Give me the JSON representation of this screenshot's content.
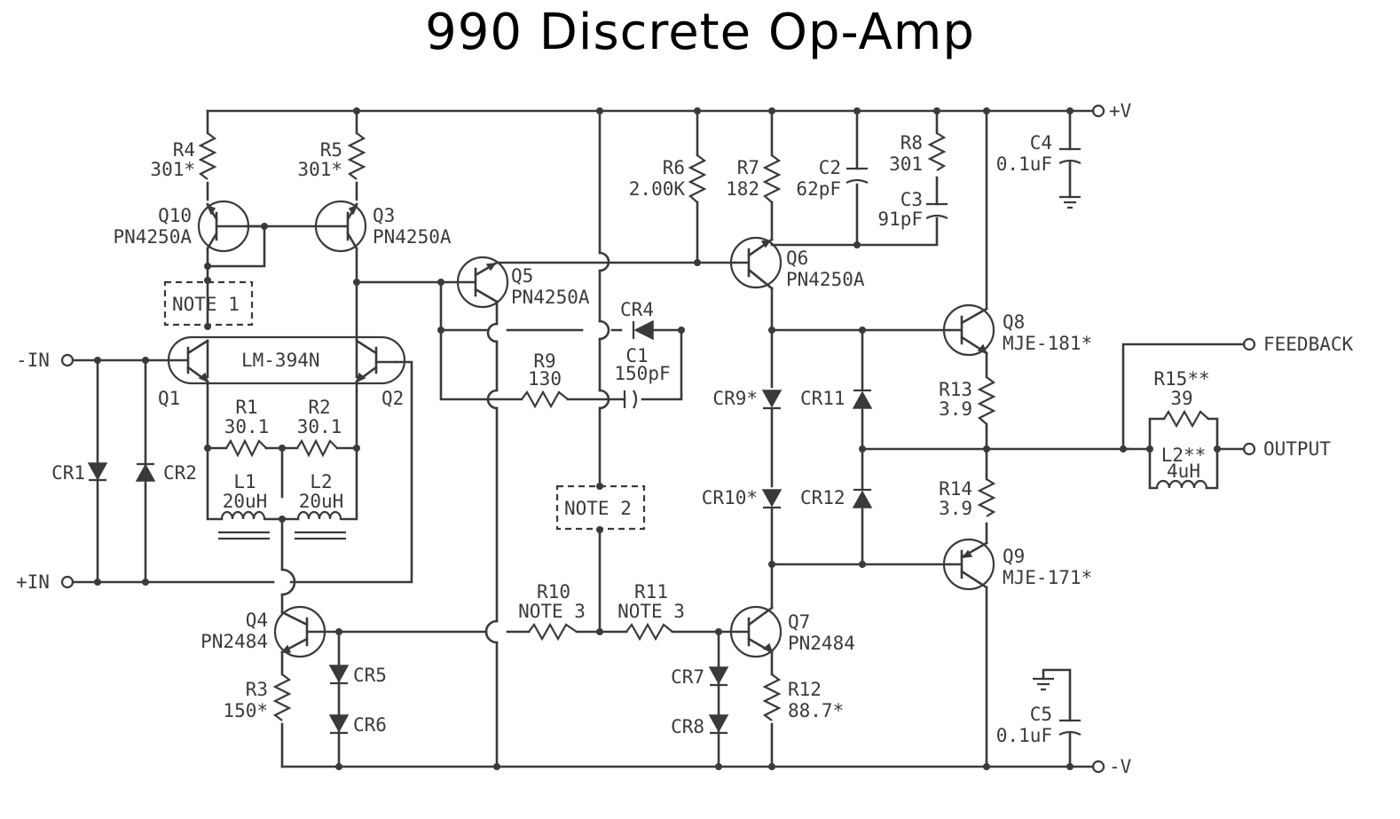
{
  "title": "990 Discrete Op-Amp",
  "terminals": {
    "pos_supply": "+V",
    "neg_supply": "-V",
    "neg_in": "-IN",
    "pos_in": "+IN",
    "feedback": "FEEDBACK",
    "output": "OUTPUT"
  },
  "notes": {
    "note1": "NOTE 1",
    "note2": "NOTE 2"
  },
  "ic": {
    "label": "LM-394N"
  },
  "transistors": {
    "q1": "Q1",
    "q2": "Q2",
    "q3": "Q3",
    "q3_part": "PN4250A",
    "q4": "Q4",
    "q4_part": "PN2484",
    "q5": "Q5",
    "q5_part": "PN4250A",
    "q6": "Q6",
    "q6_part": "PN4250A",
    "q7": "Q7",
    "q7_part": "PN2484",
    "q8": "Q8",
    "q8_part": "MJE-181*",
    "q9": "Q9",
    "q9_part": "MJE-171*",
    "q10": "Q10",
    "q10_part": "PN4250A"
  },
  "resistors": {
    "r1": "R1",
    "r1_val": "30.1",
    "r2": "R2",
    "r2_val": "30.1",
    "r3": "R3",
    "r3_val": "150*",
    "r4": "R4",
    "r4_val": "301*",
    "r5": "R5",
    "r5_val": "301*",
    "r6": "R6",
    "r6_val": "2.00K",
    "r7": "R7",
    "r7_val": "182",
    "r8": "R8",
    "r8_val": "301",
    "r9": "R9",
    "r9_val": "130",
    "r10": "R10",
    "r10_val": "NOTE 3",
    "r11": "R11",
    "r11_val": "NOTE 3",
    "r12": "R12",
    "r12_val": "88.7*",
    "r13": "R13",
    "r13_val": "3.9",
    "r14": "R14",
    "r14_val": "3.9",
    "r15": "R15**",
    "r15_val": "39"
  },
  "capacitors": {
    "c1": "C1",
    "c1_val": "150pF",
    "c2": "C2",
    "c2_val": "62pF",
    "c3": "C3",
    "c3_val": "91pF",
    "c4": "C4",
    "c4_val": "0.1uF",
    "c5": "C5",
    "c5_val": "0.1uF"
  },
  "inductors": {
    "l1": "L1",
    "l1_val": "20uH",
    "l2": "L2",
    "l2_val": "20uH",
    "l2b": "L2**",
    "l2b_val": "4uH"
  },
  "diodes": {
    "cr1": "CR1",
    "cr2": "CR2",
    "cr4": "CR4",
    "cr5": "CR5",
    "cr6": "CR6",
    "cr7": "CR7",
    "cr8": "CR8",
    "cr9": "CR9*",
    "cr10": "CR10*",
    "cr11": "CR11",
    "cr12": "CR12"
  }
}
